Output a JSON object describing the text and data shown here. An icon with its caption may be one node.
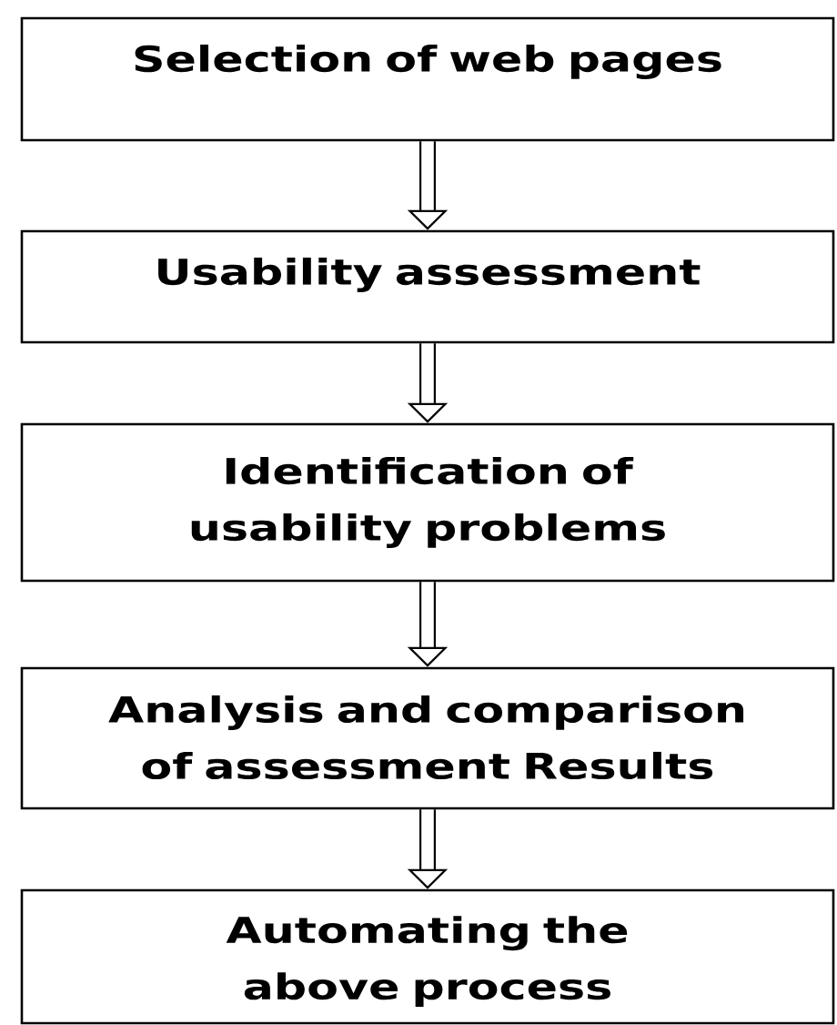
{
  "diagram": {
    "nodes": [
      {
        "text": [
          "Selection of web pages"
        ]
      },
      {
        "text": [
          "Usability assessment"
        ]
      },
      {
        "text": [
          "Identification of usability problems"
        ]
      },
      {
        "text": [
          "Analysis and comparison of assessment Results"
        ]
      },
      {
        "text": [
          "Automating the above process"
        ]
      }
    ],
    "edges": [
      {
        "from": 0,
        "to": 1,
        "arrow": "to"
      },
      {
        "from": 1,
        "to": 2,
        "arrow": "to"
      },
      {
        "from": 2,
        "to": 3,
        "arrow": "to"
      },
      {
        "from": 3,
        "to": 4,
        "arrow": "to"
      }
    ]
  }
}
